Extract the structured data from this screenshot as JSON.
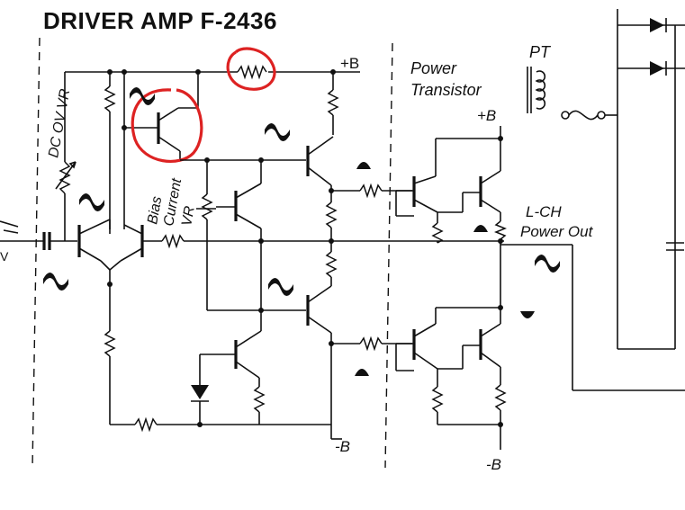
{
  "title": "DRIVER  AMP  F-2436",
  "labels": {
    "plus_b_top": "+B",
    "dc_ov_vr": "DC OV VR",
    "bias": "Bias",
    "current": "Current",
    "vr": "VR",
    "power": "Power",
    "transistor": "Transistor",
    "plus_b_power": "+B",
    "pt": "PT",
    "l_ch": "L-CH",
    "power_out": "Power Out",
    "minus_b_driver": "-B",
    "minus_b_power": "-B",
    "input_edge": "V"
  },
  "colors": {
    "ink": "#111111",
    "annotation": "#dd2222",
    "background": "#ffffff"
  }
}
